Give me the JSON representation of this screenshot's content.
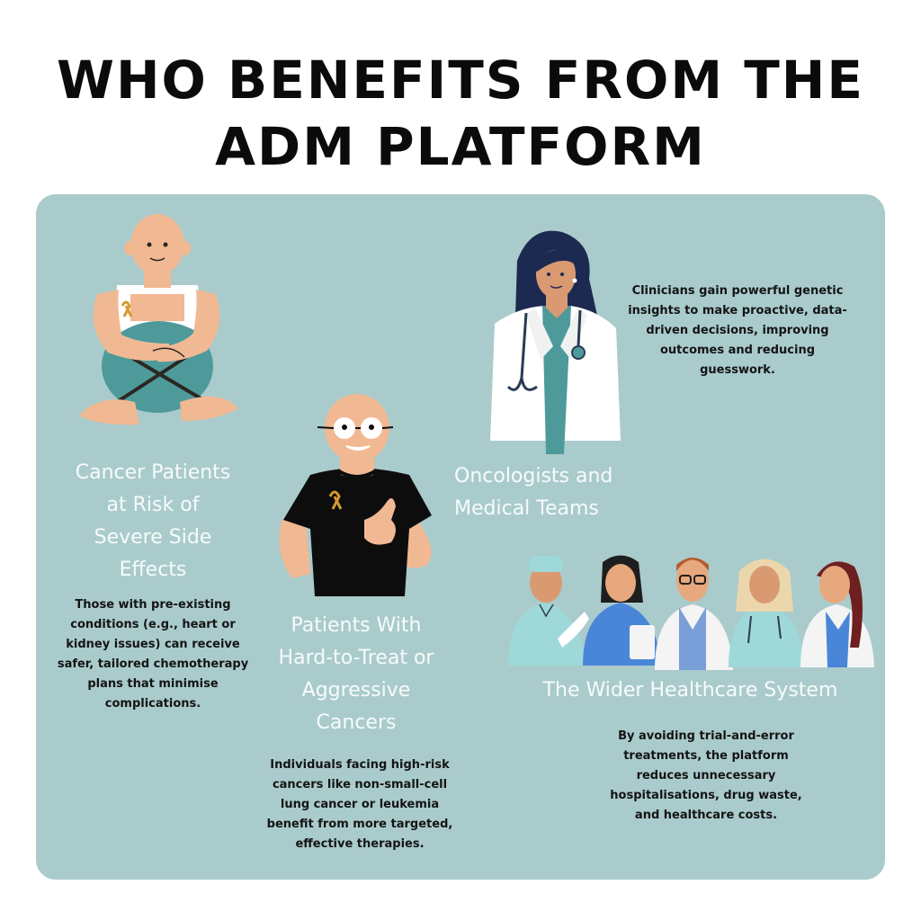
{
  "title": {
    "line1": "WHO BENEFITS FROM THE",
    "line2": "ADM PLATFORM"
  },
  "colors": {
    "background": "#ffffff",
    "panel": "#aacbcc",
    "heading_text": "#f7fbfb",
    "body_text": "#141414",
    "skin": "#f1b993",
    "teal": "#4e9a9b",
    "ribbon": "#d69a2e"
  },
  "sections": [
    {
      "id": "cancer-patients-side-effects",
      "heading_lines": [
        "Cancer Patients",
        "at Risk of",
        "Severe Side",
        "Effects"
      ],
      "description_lines": [
        "Those with pre-existing",
        "conditions (e.g., heart or",
        "kidney issues) can receive",
        "safer, tailored chemotherapy",
        "plans that minimise",
        "complications."
      ],
      "illustration": "patient-sitting-hugging-knees-illustration"
    },
    {
      "id": "hard-to-treat-cancers",
      "heading_lines": [
        "Patients With",
        "Hard-to-Treat or",
        "Aggressive",
        "Cancers"
      ],
      "description_lines": [
        "Individuals facing high-risk",
        "cancers like non-small-cell",
        "lung cancer or leukemia",
        "benefit from more targeted,",
        "effective therapies."
      ],
      "illustration": "patient-thumbs-up-illustration"
    },
    {
      "id": "oncologists",
      "heading_lines": [
        "Oncologists and",
        "Medical Teams"
      ],
      "description_lines": [
        "Clinicians gain powerful genetic",
        "insights to make proactive, data-",
        "driven decisions, improving",
        "outcomes and reducing",
        "guesswork."
      ],
      "illustration": "female-doctor-illustration"
    },
    {
      "id": "healthcare-system",
      "heading_lines": [
        "The Wider Healthcare System"
      ],
      "description_lines": [
        "By avoiding trial-and-error",
        "treatments, the platform",
        "reduces unnecessary",
        "hospitalisations, drug waste,",
        "and healthcare costs."
      ],
      "illustration": "medical-team-group-illustration"
    }
  ]
}
